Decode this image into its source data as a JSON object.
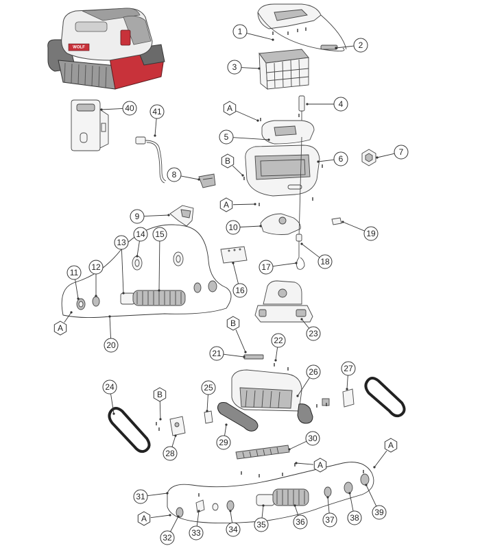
{
  "diagram": {
    "logo_text": "WOLF",
    "callouts": [
      {
        "id": 1,
        "label": "1"
      },
      {
        "id": 2,
        "label": "2"
      },
      {
        "id": 3,
        "label": "3"
      },
      {
        "id": 4,
        "label": "4"
      },
      {
        "id": 5,
        "label": "5"
      },
      {
        "id": 6,
        "label": "6"
      },
      {
        "id": 7,
        "label": "7"
      },
      {
        "id": 8,
        "label": "8"
      },
      {
        "id": 9,
        "label": "9"
      },
      {
        "id": 10,
        "label": "10"
      },
      {
        "id": 11,
        "label": "11"
      },
      {
        "id": 12,
        "label": "12"
      },
      {
        "id": 13,
        "label": "13"
      },
      {
        "id": 14,
        "label": "14"
      },
      {
        "id": 15,
        "label": "15"
      },
      {
        "id": 16,
        "label": "16"
      },
      {
        "id": 17,
        "label": "17"
      },
      {
        "id": 18,
        "label": "18"
      },
      {
        "id": 19,
        "label": "19"
      },
      {
        "id": 20,
        "label": "20"
      },
      {
        "id": 21,
        "label": "21"
      },
      {
        "id": 22,
        "label": "22"
      },
      {
        "id": 23,
        "label": "23"
      },
      {
        "id": 24,
        "label": "24"
      },
      {
        "id": 25,
        "label": "25"
      },
      {
        "id": 26,
        "label": "26"
      },
      {
        "id": 27,
        "label": "27"
      },
      {
        "id": 28,
        "label": "28"
      },
      {
        "id": 29,
        "label": "29"
      },
      {
        "id": 30,
        "label": "30"
      },
      {
        "id": 31,
        "label": "31"
      },
      {
        "id": 32,
        "label": "32"
      },
      {
        "id": 33,
        "label": "33"
      },
      {
        "id": 34,
        "label": "34"
      },
      {
        "id": 35,
        "label": "35"
      },
      {
        "id": 36,
        "label": "36"
      },
      {
        "id": 37,
        "label": "37"
      },
      {
        "id": 38,
        "label": "38"
      },
      {
        "id": 39,
        "label": "39"
      },
      {
        "id": 40,
        "label": "40"
      },
      {
        "id": 41,
        "label": "41"
      }
    ],
    "screw_markers": [
      {
        "key": "A1",
        "label": "A"
      },
      {
        "key": "B1",
        "label": "B"
      },
      {
        "key": "A2",
        "label": "A"
      },
      {
        "key": "A3",
        "label": "A"
      },
      {
        "key": "B2",
        "label": "B"
      },
      {
        "key": "B3",
        "label": "B"
      },
      {
        "key": "A4",
        "label": "A"
      },
      {
        "key": "A5",
        "label": "A"
      },
      {
        "key": "A6",
        "label": "A"
      }
    ],
    "colors": {
      "robot_red": "#c8323a",
      "robot_white": "#eeeeee",
      "robot_grey": "#8a8a8a"
    }
  }
}
